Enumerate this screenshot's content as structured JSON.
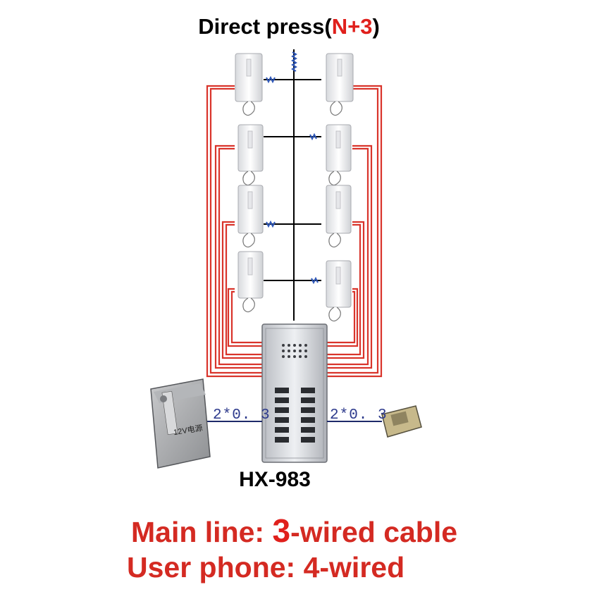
{
  "title": {
    "prefix": "Direct press(",
    "highlight": "N+3",
    "suffix": ")"
  },
  "left_cable_label": "2*0. 3",
  "right_cable_label": "2*0. 3",
  "power_supply_label": "12V电源",
  "model": "HX-983",
  "main_line": {
    "prefix": "Main line: ",
    "number": "3",
    "suffix": "-wired cable"
  },
  "user_phone": "User phone: 4-wired",
  "colors": {
    "red_wire": "#d9342b",
    "text_red": "#d42a22",
    "highlight_red": "#e0201c",
    "trunk": "#000000",
    "label_blue": "#2d3a8c"
  }
}
